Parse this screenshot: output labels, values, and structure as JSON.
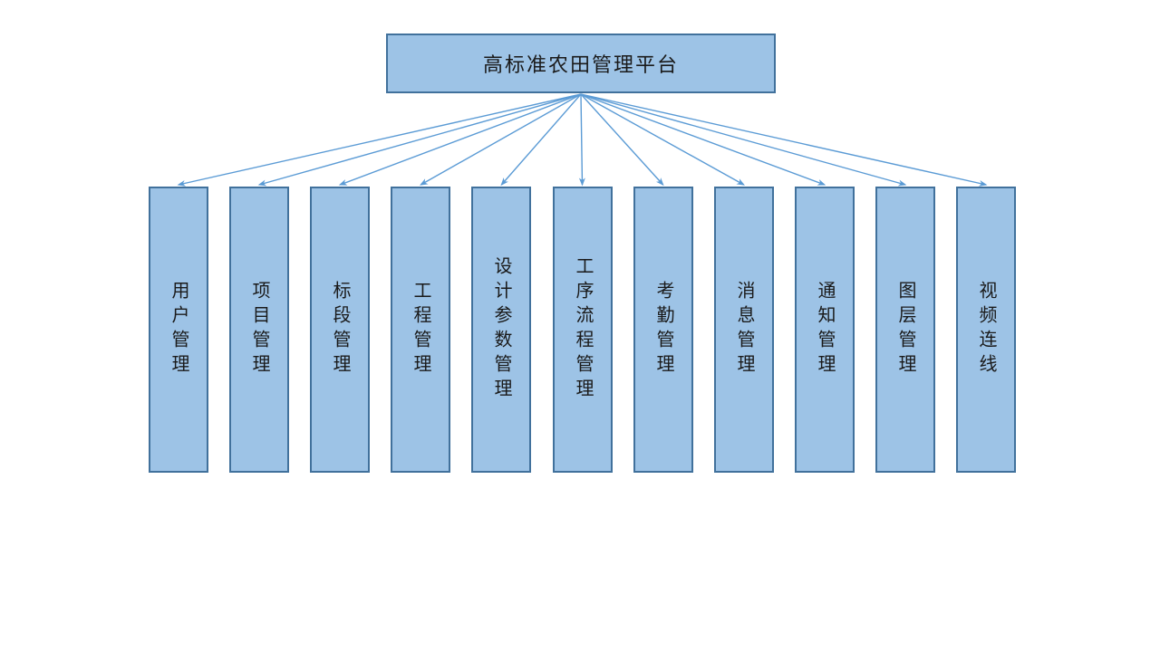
{
  "diagram": {
    "root": {
      "label": "高标准农田管理平台"
    },
    "children": [
      {
        "label": "用户管理"
      },
      {
        "label": "项目管理"
      },
      {
        "label": "标段管理"
      },
      {
        "label": "工程管理"
      },
      {
        "label": "设计参数管理"
      },
      {
        "label": "工序流程管理"
      },
      {
        "label": "考勤管理"
      },
      {
        "label": "消息管理"
      },
      {
        "label": "通知管理"
      },
      {
        "label": "图层管理"
      },
      {
        "label": "视频连线"
      }
    ],
    "colors": {
      "node_fill": "#9DC3E6",
      "node_border": "#41719C",
      "arrow": "#5B9BD5",
      "text": "#1a1a1a",
      "background": "#ffffff"
    }
  }
}
